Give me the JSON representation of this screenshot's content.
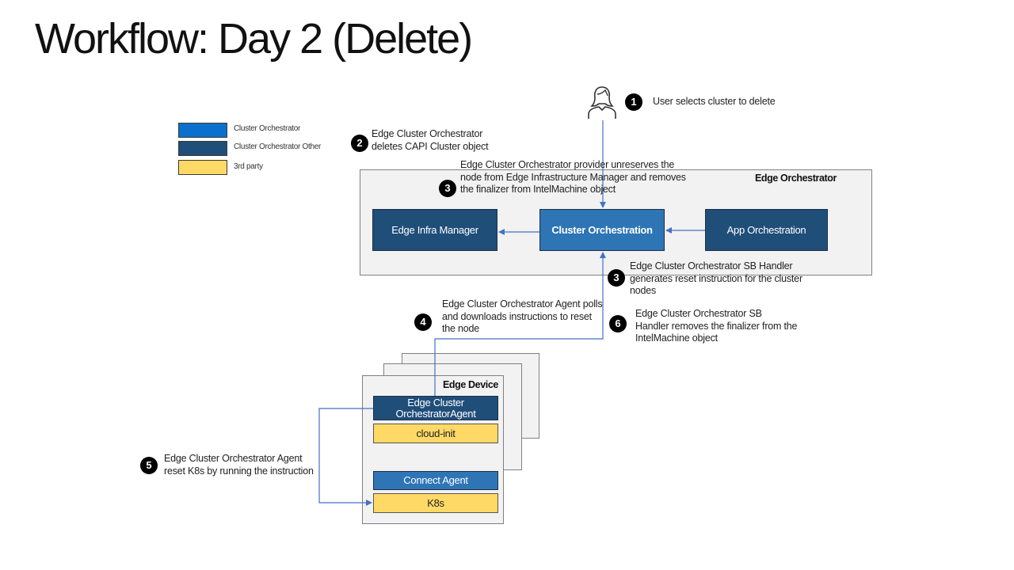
{
  "title": "Workflow: Day 2 (Delete)",
  "legend": [
    {
      "label": "Cluster Orchestrator",
      "color": "#0b6fce"
    },
    {
      "label": "Cluster Orchestrator Other",
      "color": "#1f4e79"
    },
    {
      "label": "3rd party",
      "color": "#ffd966"
    }
  ],
  "orchestrator_panel_title": "Edge Orchestrator",
  "device_panel_title": "Edge Device",
  "boxes": {
    "infra_manager": "Edge Infra Manager",
    "cluster_orchestration": "Cluster Orchestration",
    "app_orchestration": "App Orchestration",
    "co_agent": "Edge Cluster OrchestratorAgent",
    "cloud_init": "cloud-init",
    "connect_agent": "Connect Agent",
    "k8s": "K8s"
  },
  "steps": [
    {
      "num": "1",
      "text": "User selects cluster to delete"
    },
    {
      "num": "2",
      "text": "Edge Cluster Orchestrator deletes CAPI Cluster object"
    },
    {
      "num": "3",
      "text": "Edge Cluster Orchestrator provider unreserves the node from Edge Infrastructure Manager and removes the finalizer from IntelMachine object"
    },
    {
      "num": "3",
      "text": "Edge Cluster Orchestrator SB Handler generates reset instruction for the cluster nodes"
    },
    {
      "num": "4",
      "text": "Edge Cluster Orchestrator Agent polls and downloads instructions to reset the node"
    },
    {
      "num": "6",
      "text": "Edge Cluster Orchestrator SB Handler removes the finalizer from the IntelMachine object"
    },
    {
      "num": "5",
      "text": "Edge Cluster Orchestrator Agent reset K8s by running the instruction"
    }
  ]
}
